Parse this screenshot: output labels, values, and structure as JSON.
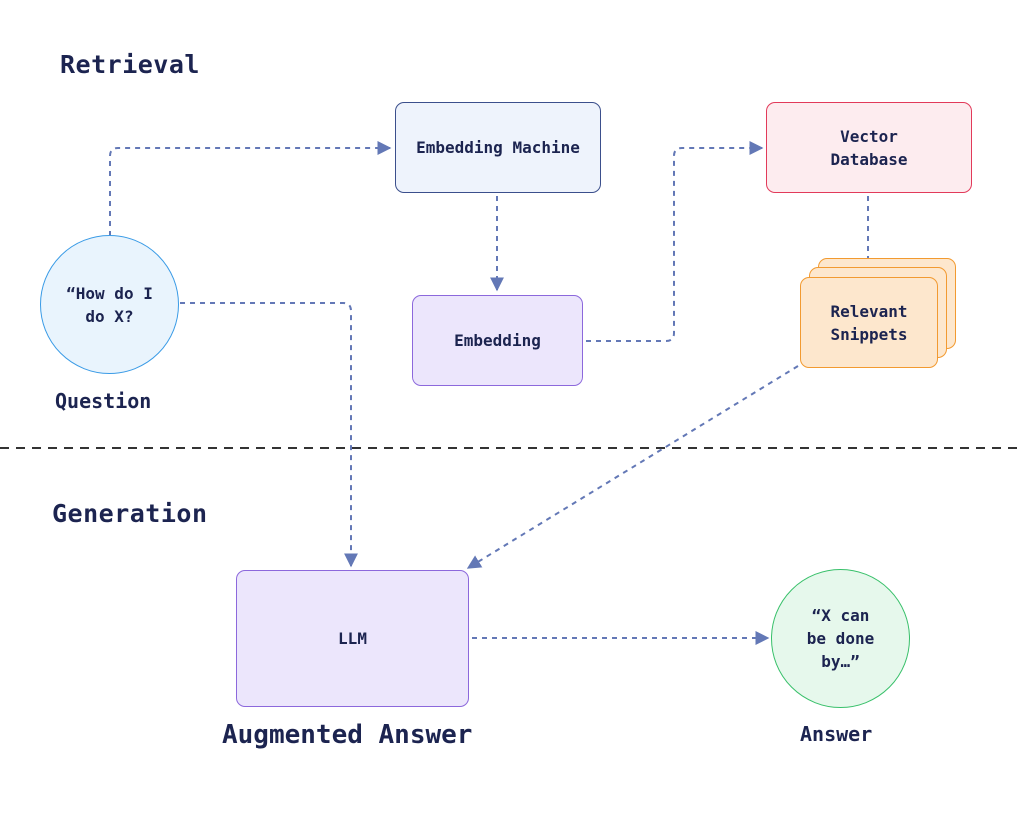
{
  "sections": {
    "retrieval": "Retrieval",
    "generation": "Generation"
  },
  "nodes": {
    "question_bubble": "“How do I\ndo X?",
    "question_caption": "Question",
    "embedding_machine": "Embedding Machine",
    "embedding": "Embedding",
    "vector_database": "Vector\nDatabase",
    "relevant_snippets": "Relevant\nSnippets",
    "llm": "LLM",
    "augmented_answer": "Augmented Answer",
    "answer_bubble": "“X can\nbe done\nby…”",
    "answer_caption": "Answer"
  },
  "colors": {
    "text": "#1c2450",
    "arrow": "#6378b6",
    "question_border": "#3a9be6",
    "question_fill": "#e9f4fd",
    "embedding_machine_border": "#3b4f8c",
    "embedding_machine_fill": "#eef3fc",
    "embedding_border": "#8c68dc",
    "embedding_fill": "#ece6fc",
    "vector_db_border": "#e23a5a",
    "vector_db_fill": "#fdecef",
    "snippets_border": "#f29a30",
    "snippets_fill": "#fde7cd",
    "answer_border": "#38c06a",
    "answer_fill": "#e6f8ec",
    "divider": "#333333"
  }
}
